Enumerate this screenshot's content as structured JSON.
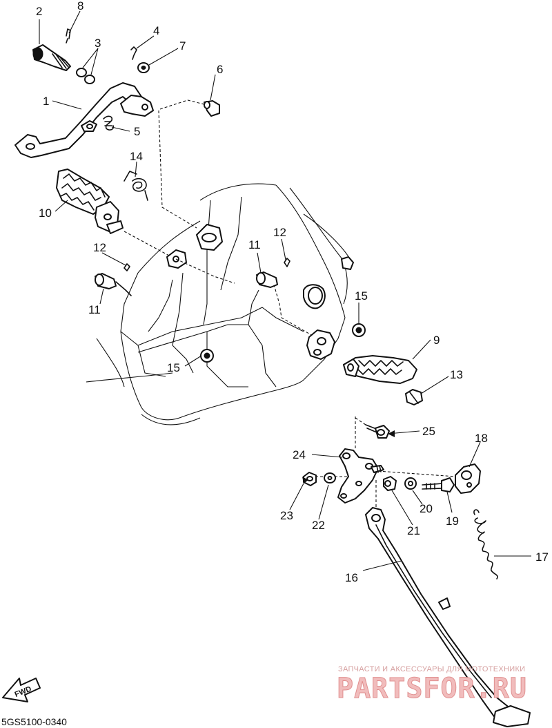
{
  "diagram_code": "5GS5100-0340",
  "fwd_label": "FWD",
  "watermark": {
    "tagline": "ЗАПЧАСТИ И АКСЕССУАРЫ ДЛЯ МОТОТЕХНИКИ",
    "brand": "PARTSFOR.RU",
    "color": "#e8a7a7"
  },
  "callouts": [
    "1",
    "2",
    "3",
    "4",
    "5",
    "6",
    "7",
    "8",
    "9",
    "10",
    "11",
    "11",
    "12",
    "12",
    "13",
    "14",
    "15",
    "15",
    "16",
    "17",
    "18",
    "19",
    "20",
    "21",
    "22",
    "23",
    "24",
    "25"
  ]
}
